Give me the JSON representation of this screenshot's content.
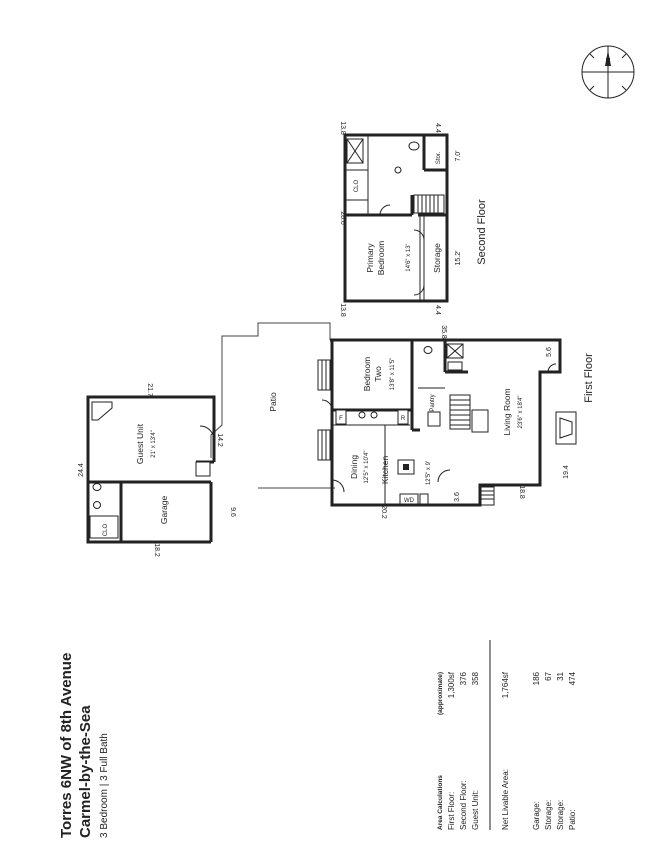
{
  "header": {
    "address_line1": "Torres 6NW of 8th Avenue",
    "address_line2": "Carmel-by-the-Sea",
    "summary": "3 Bedroom | 3 Full Bath"
  },
  "areas": {
    "heading": "Area Calculations",
    "heading_note": "(approximate)",
    "rows": [
      {
        "label": "First Floor:",
        "value": "1,300sf"
      },
      {
        "label": "Second Floor:",
        "value": "376"
      },
      {
        "label": "Guest Unit:",
        "value": "358"
      }
    ],
    "net": {
      "label": "Net Livable Area:",
      "value": "1,764sf"
    },
    "other": [
      {
        "label": "Garage:",
        "value": "186"
      },
      {
        "label": "Storage:",
        "value": "67"
      },
      {
        "label": "Storage:",
        "value": "31"
      },
      {
        "label": "Patio:",
        "value": "474"
      }
    ]
  },
  "compass": {
    "north_label": "N"
  },
  "floors": {
    "first_floor": "First Floor",
    "second_floor": "Second Floor"
  },
  "rooms": {
    "patio": "Patio",
    "guest_unit": "Guest Unit",
    "guest_unit_dims": "21' x 13'4\"",
    "garage": "Garage",
    "dining": "Dining",
    "dining_dims": "12'5\" x 10'4\"",
    "kitchen": "Kitchen",
    "kitchen_dims": "12'5\" x 9'",
    "bedroom_two_1": "Bedroom",
    "bedroom_two_2": "Two",
    "bedroom_two_dims": "13'8\" x 11'5\"",
    "living_room": "Living Room",
    "living_room_dims": "23'6\" x 18'4\"",
    "pantry": "Pantry",
    "primary_bedroom_1": "Primary",
    "primary_bedroom_2": "Bedroom",
    "primary_bedroom_dims": "14'6\" x 13'",
    "storage": "Storage",
    "stor": "Stor.",
    "clo": "CLO",
    "f_label": "F",
    "r_label": "R",
    "wd_label": "WD"
  },
  "dims": {
    "guest_24_4": "24.4",
    "guest_21_7": "21.7",
    "guest_14_2": "14.2",
    "garage_18_2": "18.2",
    "garage_9_6": "9.6",
    "main_20_2": "20.2",
    "main_35_8": "35.8",
    "main_18_8": "18.8",
    "main_19_4": "19.4",
    "main_5_6": "5.6",
    "main_3_6": "3.6",
    "sf_13_8_top": "13.8",
    "sf_13_8_bot": "13.8",
    "sf_28_6": "28.6",
    "sf_4_4_top": "4.4",
    "sf_4_4_bot": "4.4",
    "sf_7_0": "7.0'",
    "sf_15_2": "15.2'"
  }
}
